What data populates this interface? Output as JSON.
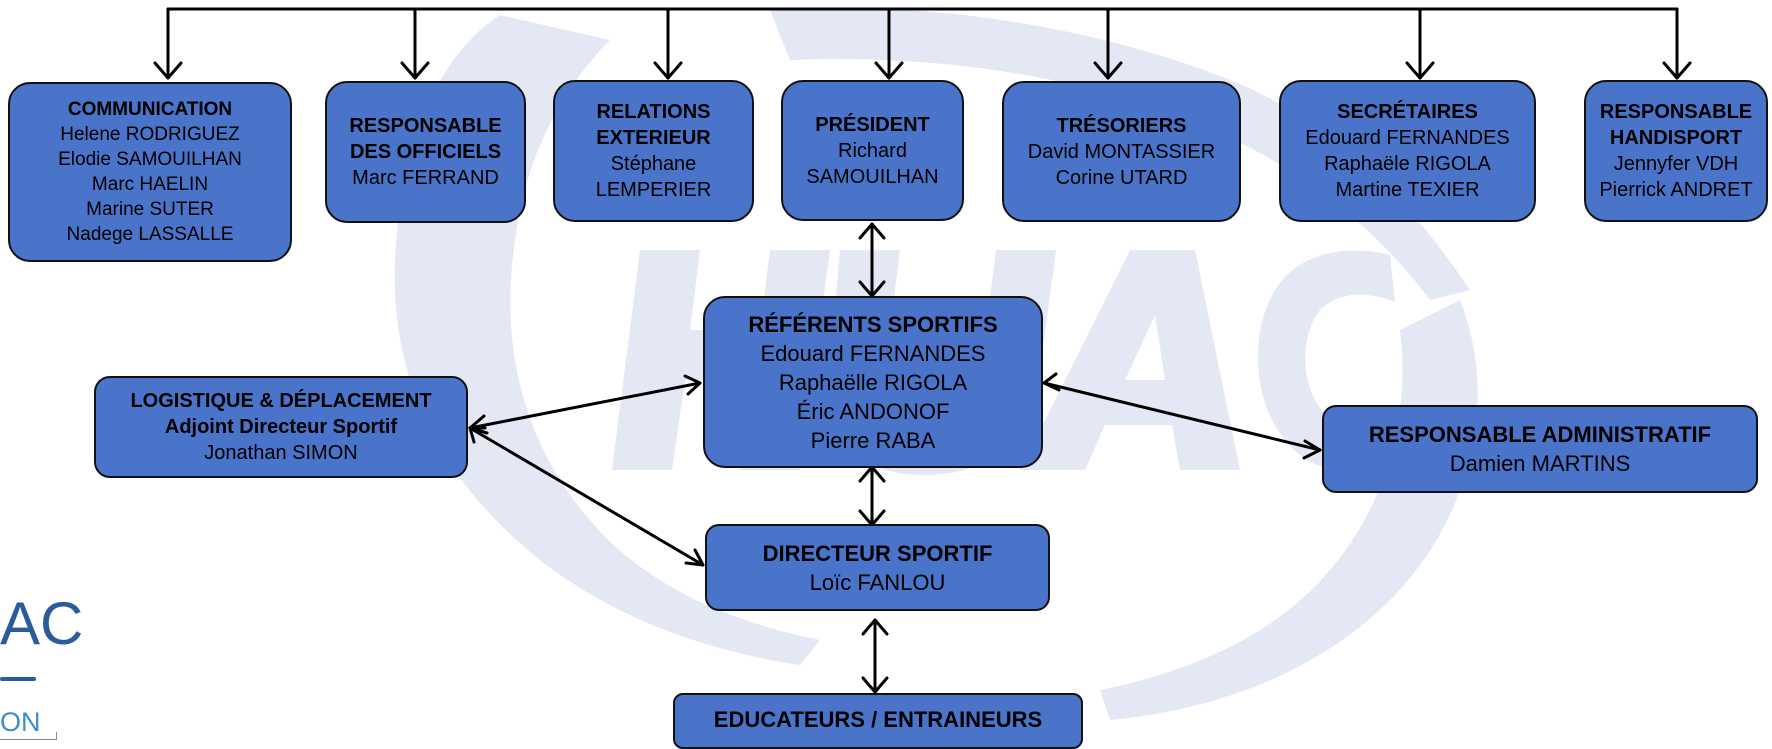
{
  "boxes": {
    "communication": {
      "title": "COMMUNICATION",
      "lines": [
        "Helene RODRIGUEZ",
        "Elodie SAMOUILHAN",
        "Marc HAELIN",
        "Marine SUTER",
        "Nadege LASSALLE"
      ]
    },
    "officiels": {
      "title_lines": [
        "RESPONSABLE",
        "DES OFFICIELS"
      ],
      "lines": [
        "Marc FERRAND"
      ]
    },
    "relations": {
      "title_lines": [
        "RELATIONS",
        "EXTERIEUR"
      ],
      "lines": [
        "Stéphane",
        "LEMPERIER"
      ]
    },
    "president": {
      "title": "PRÉSIDENT",
      "lines": [
        "Richard",
        "SAMOUILHAN"
      ]
    },
    "tresoriers": {
      "title": "TRÉSORIERS",
      "lines": [
        "David MONTASSIER",
        "Corine UTARD"
      ]
    },
    "secretaires": {
      "title": "SECRÉTAIRES",
      "lines": [
        "Edouard FERNANDES",
        "Raphaële RIGOLA",
        "Martine TEXIER"
      ]
    },
    "handisport": {
      "title_lines": [
        "RESPONSABLE",
        "HANDISPORT"
      ],
      "lines": [
        "Jennyfer VDH",
        "Pierrick ANDRET"
      ]
    },
    "referents": {
      "title": "RÉFÉRENTS SPORTIFS",
      "lines": [
        "Edouard FERNANDES",
        "Raphaëlle RIGOLA",
        "Éric ANDONOF",
        "Pierre RABA"
      ]
    },
    "logistique": {
      "title": "LOGISTIQUE & DÉPLACEMENT",
      "subtitle": "Adjoint Directeur Sportif",
      "lines": [
        "Jonathan SIMON"
      ]
    },
    "administratif": {
      "title": "RESPONSABLE ADMINISTRATIF",
      "lines": [
        "Damien MARTINS"
      ]
    },
    "directeur": {
      "title": "DIRECTEUR SPORTIF",
      "lines": [
        "Loïc FANLOU"
      ]
    },
    "educateurs": {
      "title": "EDUCATEURS / ENTRAINEURS"
    }
  },
  "logo_fragment": {
    "top": "AC",
    "bottom": "ON"
  },
  "colors": {
    "box_fill": "#4a74c9",
    "box_border": "#111111",
    "connector": "#000000",
    "watermark": "#e3e6f3"
  }
}
